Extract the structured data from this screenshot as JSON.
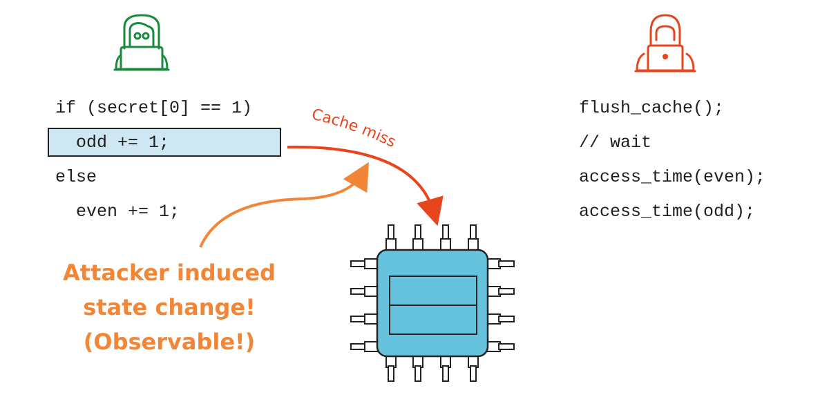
{
  "victim_code": {
    "line1": "if (secret[0] == 1)",
    "line2": "  odd += 1;",
    "line3": "else",
    "line4": "  even += 1;"
  },
  "attacker_code": {
    "line1": "flush_cache();",
    "line2": "// wait",
    "line3": "access_time(even);",
    "line4": "access_time(odd);"
  },
  "cache_miss_label": "Cache miss",
  "annotation": {
    "line1": "Attacker induced",
    "line2": "state change!",
    "line3": "(Observable!)"
  },
  "colors": {
    "victim": "#1a8a3c",
    "attacker": "#e8451c",
    "annotation": "#f28636",
    "highlight": "#cfe6f3",
    "chip": "#66c3dd"
  }
}
